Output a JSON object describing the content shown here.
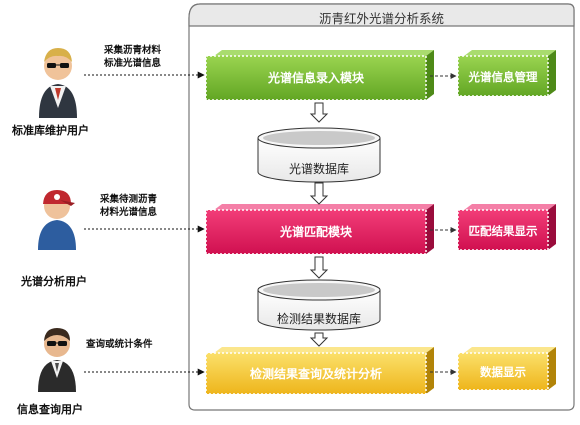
{
  "system": {
    "title": "沥青红外光谱分析系统"
  },
  "users": [
    {
      "label": "标准库维护用户",
      "note": [
        "采集沥青材料",
        "标准光谱信息"
      ]
    },
    {
      "label": "光谱分析用户",
      "note": [
        "采集待测沥青",
        "材料光谱信息"
      ]
    },
    {
      "label": "信息查询用户",
      "note": [
        "查询或统计条件"
      ]
    }
  ],
  "modules": {
    "entry": "光谱信息录入模块",
    "manage": "光谱信息管理",
    "match": "光谱匹配模块",
    "match_result": "匹配结果显示",
    "query": "检测结果查询及统计分析",
    "data_display": "数据显示"
  },
  "databases": {
    "spectrum": "光谱数据库",
    "result": "检测结果数据库"
  },
  "colors": {
    "green": "#7cc13a",
    "magenta": "#e6195e",
    "yellow": "#f2c52c",
    "system_border": "#777777",
    "arrow_fill": "#ffffff"
  }
}
